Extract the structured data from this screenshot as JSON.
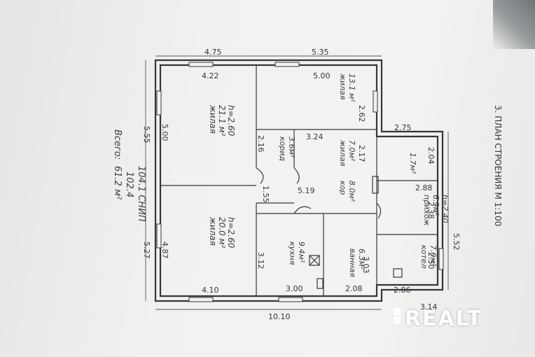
{
  "plan": {
    "title": "3. ПЛАН СТРОЕНИЯ М 1:100",
    "outer_dims": {
      "top_left": "4.75",
      "top_right": "5.35",
      "left_top": "5.55",
      "left_bottom": "5.27",
      "bottom": "10.10",
      "right": "5.52",
      "right_low": "3.14"
    },
    "inner_dims": [
      "4.22",
      "5.00",
      "2.62",
      "5.00",
      "2.16",
      "3.24",
      "2.17",
      "1.55",
      "4.87",
      "3.12",
      "3.00",
      "2.08",
      "3.03",
      "5.19",
      "4.10",
      "2.75",
      "2.04",
      "2.88",
      "2.38",
      "2.50",
      "2.86"
    ],
    "rooms": [
      {
        "name": "жилая",
        "area": "21.1 м²",
        "height": "h=2.60"
      },
      {
        "name": "жилая",
        "area": "13.1 м²",
        "height": ""
      },
      {
        "name": "жилая",
        "area": "7.0м²",
        "height": ""
      },
      {
        "name": "корид",
        "area": "3.6м²",
        "height": ""
      },
      {
        "name": "кор",
        "area": "8.0м²",
        "height": ""
      },
      {
        "name": "жилая",
        "area": "20.0 м²",
        "height": "h=2.60"
      },
      {
        "name": "кухня",
        "area": "9.4м²",
        "height": ""
      },
      {
        "name": "ванная",
        "area": "6.3м²",
        "height": ""
      },
      {
        "name": "",
        "area": "1.7м²",
        "height": ""
      },
      {
        "name": "прихож",
        "area": "6.9м²",
        "height": "h=2.40"
      },
      {
        "name": "котел",
        "area": "7.0м²",
        "height": ""
      }
    ],
    "totals": {
      "label": "Всего:",
      "total": "61.2 м²",
      "second": "102.4",
      "third": "104.1 СНИП"
    }
  },
  "watermark": {
    "text": "REALT"
  },
  "colors": {
    "ink": "#35363b",
    "paper": "#f1f0ee"
  }
}
